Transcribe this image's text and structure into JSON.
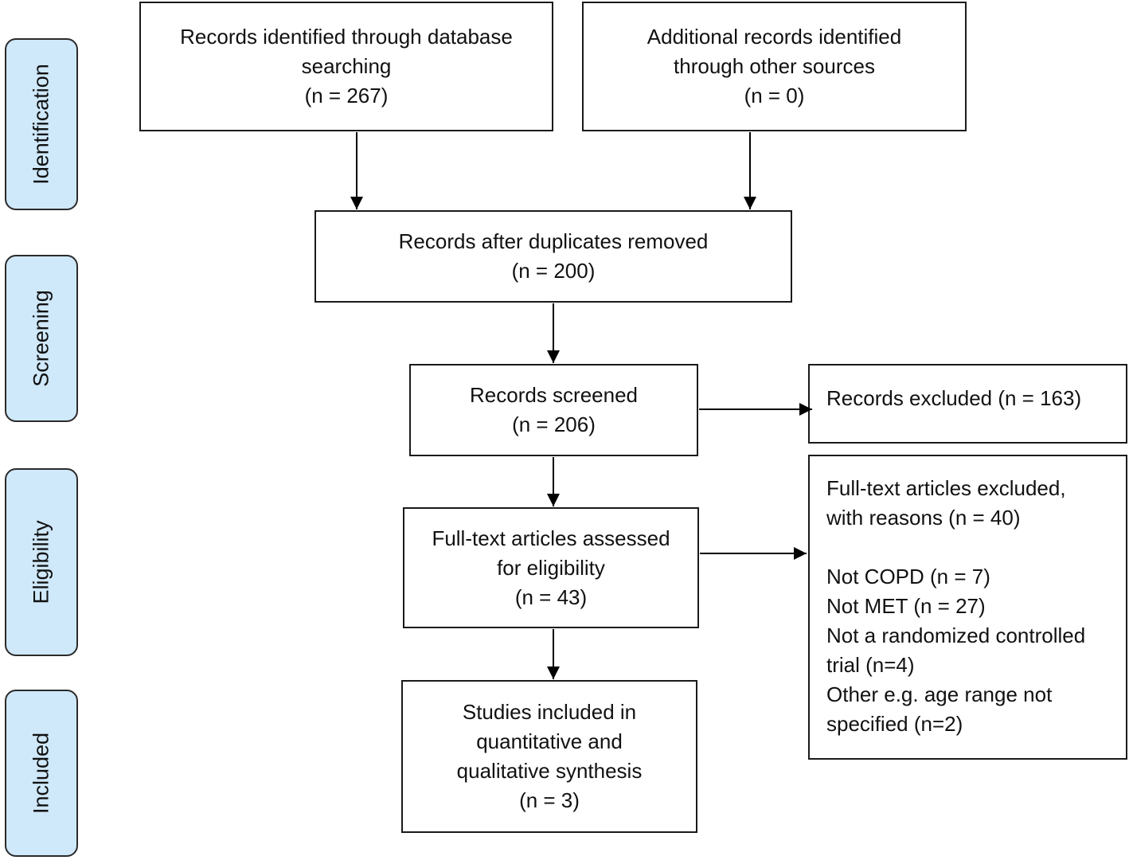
{
  "stages": {
    "identification": "Identification",
    "screening": "Screening",
    "eligibility": "Eligibility",
    "included": "Included"
  },
  "boxes": {
    "database_search": [
      "Records identified through database",
      "searching",
      "(n = 267)"
    ],
    "other_sources": [
      "Additional records identified",
      "through other sources",
      "(n = 0)"
    ],
    "duplicates_removed": [
      "Records after duplicates removed",
      "(n = 200)"
    ],
    "screened": [
      "Records screened",
      "(n = 206)"
    ],
    "excluded": [
      "Records excluded (n = 163)"
    ],
    "fulltext_assessed": [
      "Full-text articles assessed",
      "for eligibility",
      "(n = 43)"
    ],
    "fulltext_excluded_header": [
      "Full-text articles excluded,",
      "with reasons (n = 40)"
    ],
    "fulltext_excluded_reasons": [
      "Not COPD (n = 7)",
      "Not MET (n = 27)",
      "Not a randomized controlled",
      "trial (n=4)",
      "Other e.g. age range not",
      "specified (n=2)"
    ],
    "included_studies": [
      "Studies included in",
      "quantitative and",
      "qualitative synthesis",
      "(n = 3)"
    ]
  },
  "colors": {
    "stage_fill": "#cfe8fa",
    "border": "#1a1a1a",
    "arrow": "#000000"
  }
}
